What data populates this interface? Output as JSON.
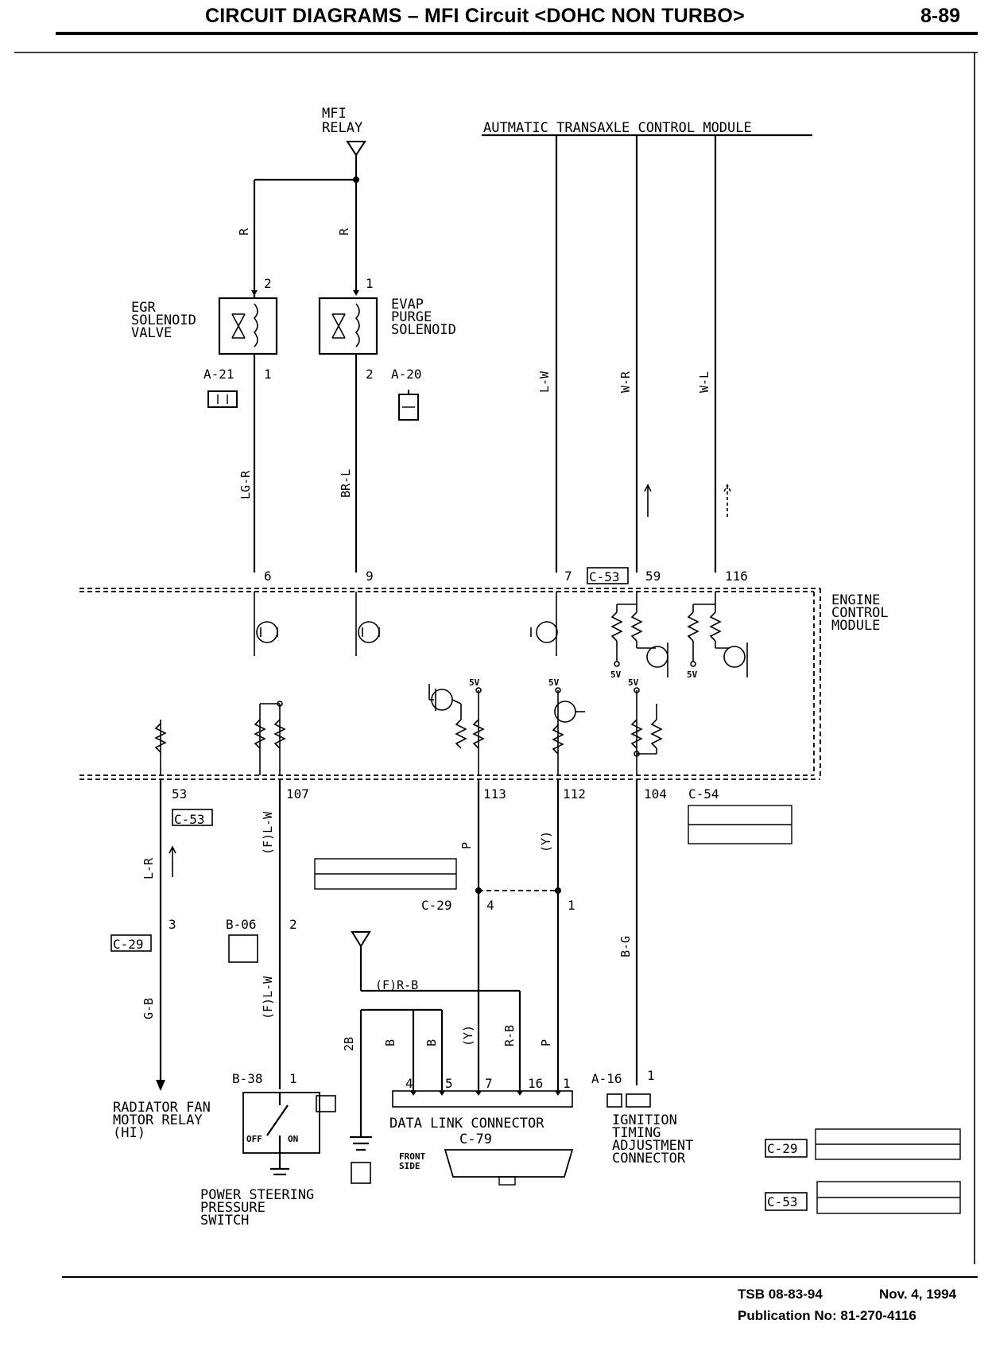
{
  "header": {
    "title": "CIRCUIT DIAGRAMS – MFI Circuit <DOHC NON TURBO>",
    "page_number": "8-89"
  },
  "footer": {
    "tsb": "TSB 08-83-94",
    "date": "Nov. 4, 1994",
    "publication": "Publication No: 81-270-4116"
  },
  "diagram": {
    "top_labels": {
      "mfi_relay_line1": "MFI",
      "mfi_relay_line2": "RELAY",
      "atcm": "AUTMATIC TRANSAXLE CONTROL MODULE"
    },
    "components": {
      "egr": [
        "EGR",
        "SOLENOID",
        "VALVE"
      ],
      "evap": [
        "EVAP",
        "PURGE",
        "SOLENOID"
      ],
      "ecm": [
        "ENGINE",
        "CONTROL",
        "MODULE"
      ],
      "radiator": [
        "RADIATOR FAN",
        "MOTOR RELAY",
        "(HI)"
      ],
      "ps_switch": [
        "POWER STEERING",
        "PRESSURE",
        "SWITCH"
      ],
      "dlc": [
        "DATA LINK CONNECTOR",
        "C-79"
      ],
      "ignition": [
        "IGNITION",
        "TIMING",
        "ADJUSTMENT",
        "CONNECTOR"
      ],
      "front_side": [
        "FRONT",
        "SIDE"
      ],
      "off": "OFF",
      "on": "ON"
    },
    "connectors": {
      "a21": "A-21",
      "a20": "A-20",
      "c53": "C-53",
      "c54": "C-54",
      "c29": "C-29",
      "b06": "B-06",
      "b38": "B-38",
      "a16": "A-16"
    },
    "wires": {
      "r_left": "R",
      "r_right": "R",
      "lgr": "LG-R",
      "brl": "BR-L",
      "lw": "L-W",
      "wr": "W-R",
      "wl": "W-L",
      "lr": "L-R",
      "gb": "G-B",
      "flw1": "(F)L-W",
      "flw2": "(F)L-W",
      "p": "P",
      "y": "(Y)",
      "bg": "B-G",
      "frb": "(F)R-B",
      "b_a": "B",
      "b_b": "B",
      "yy": "(Y)",
      "rb": "R-B",
      "p2": "P",
      "b2": "2B"
    },
    "pins": {
      "egr_top": "2",
      "egr_bot": "1",
      "evap_top": "1",
      "evap_bot": "2",
      "ecm_6": "6",
      "ecm_9": "9",
      "ecm_7": "7",
      "ecm_59": "59",
      "ecm_116": "116",
      "ecm_53": "53",
      "ecm_107": "107",
      "ecm_113": "113",
      "ecm_112": "112",
      "ecm_104": "104",
      "rad_3": "3",
      "b06_2": "2",
      "c29_4": "4",
      "c29_1": "1",
      "b38_1": "1",
      "dlc_4": "4",
      "dlc_5": "5",
      "dlc_7": "7",
      "dlc_16": "16",
      "dlc_1": "1",
      "a16_1": "1",
      "v5_a": "5V",
      "v5_b": "5V",
      "v5_c": "5V",
      "v5_d": "5V",
      "v5_e": "5V"
    }
  }
}
